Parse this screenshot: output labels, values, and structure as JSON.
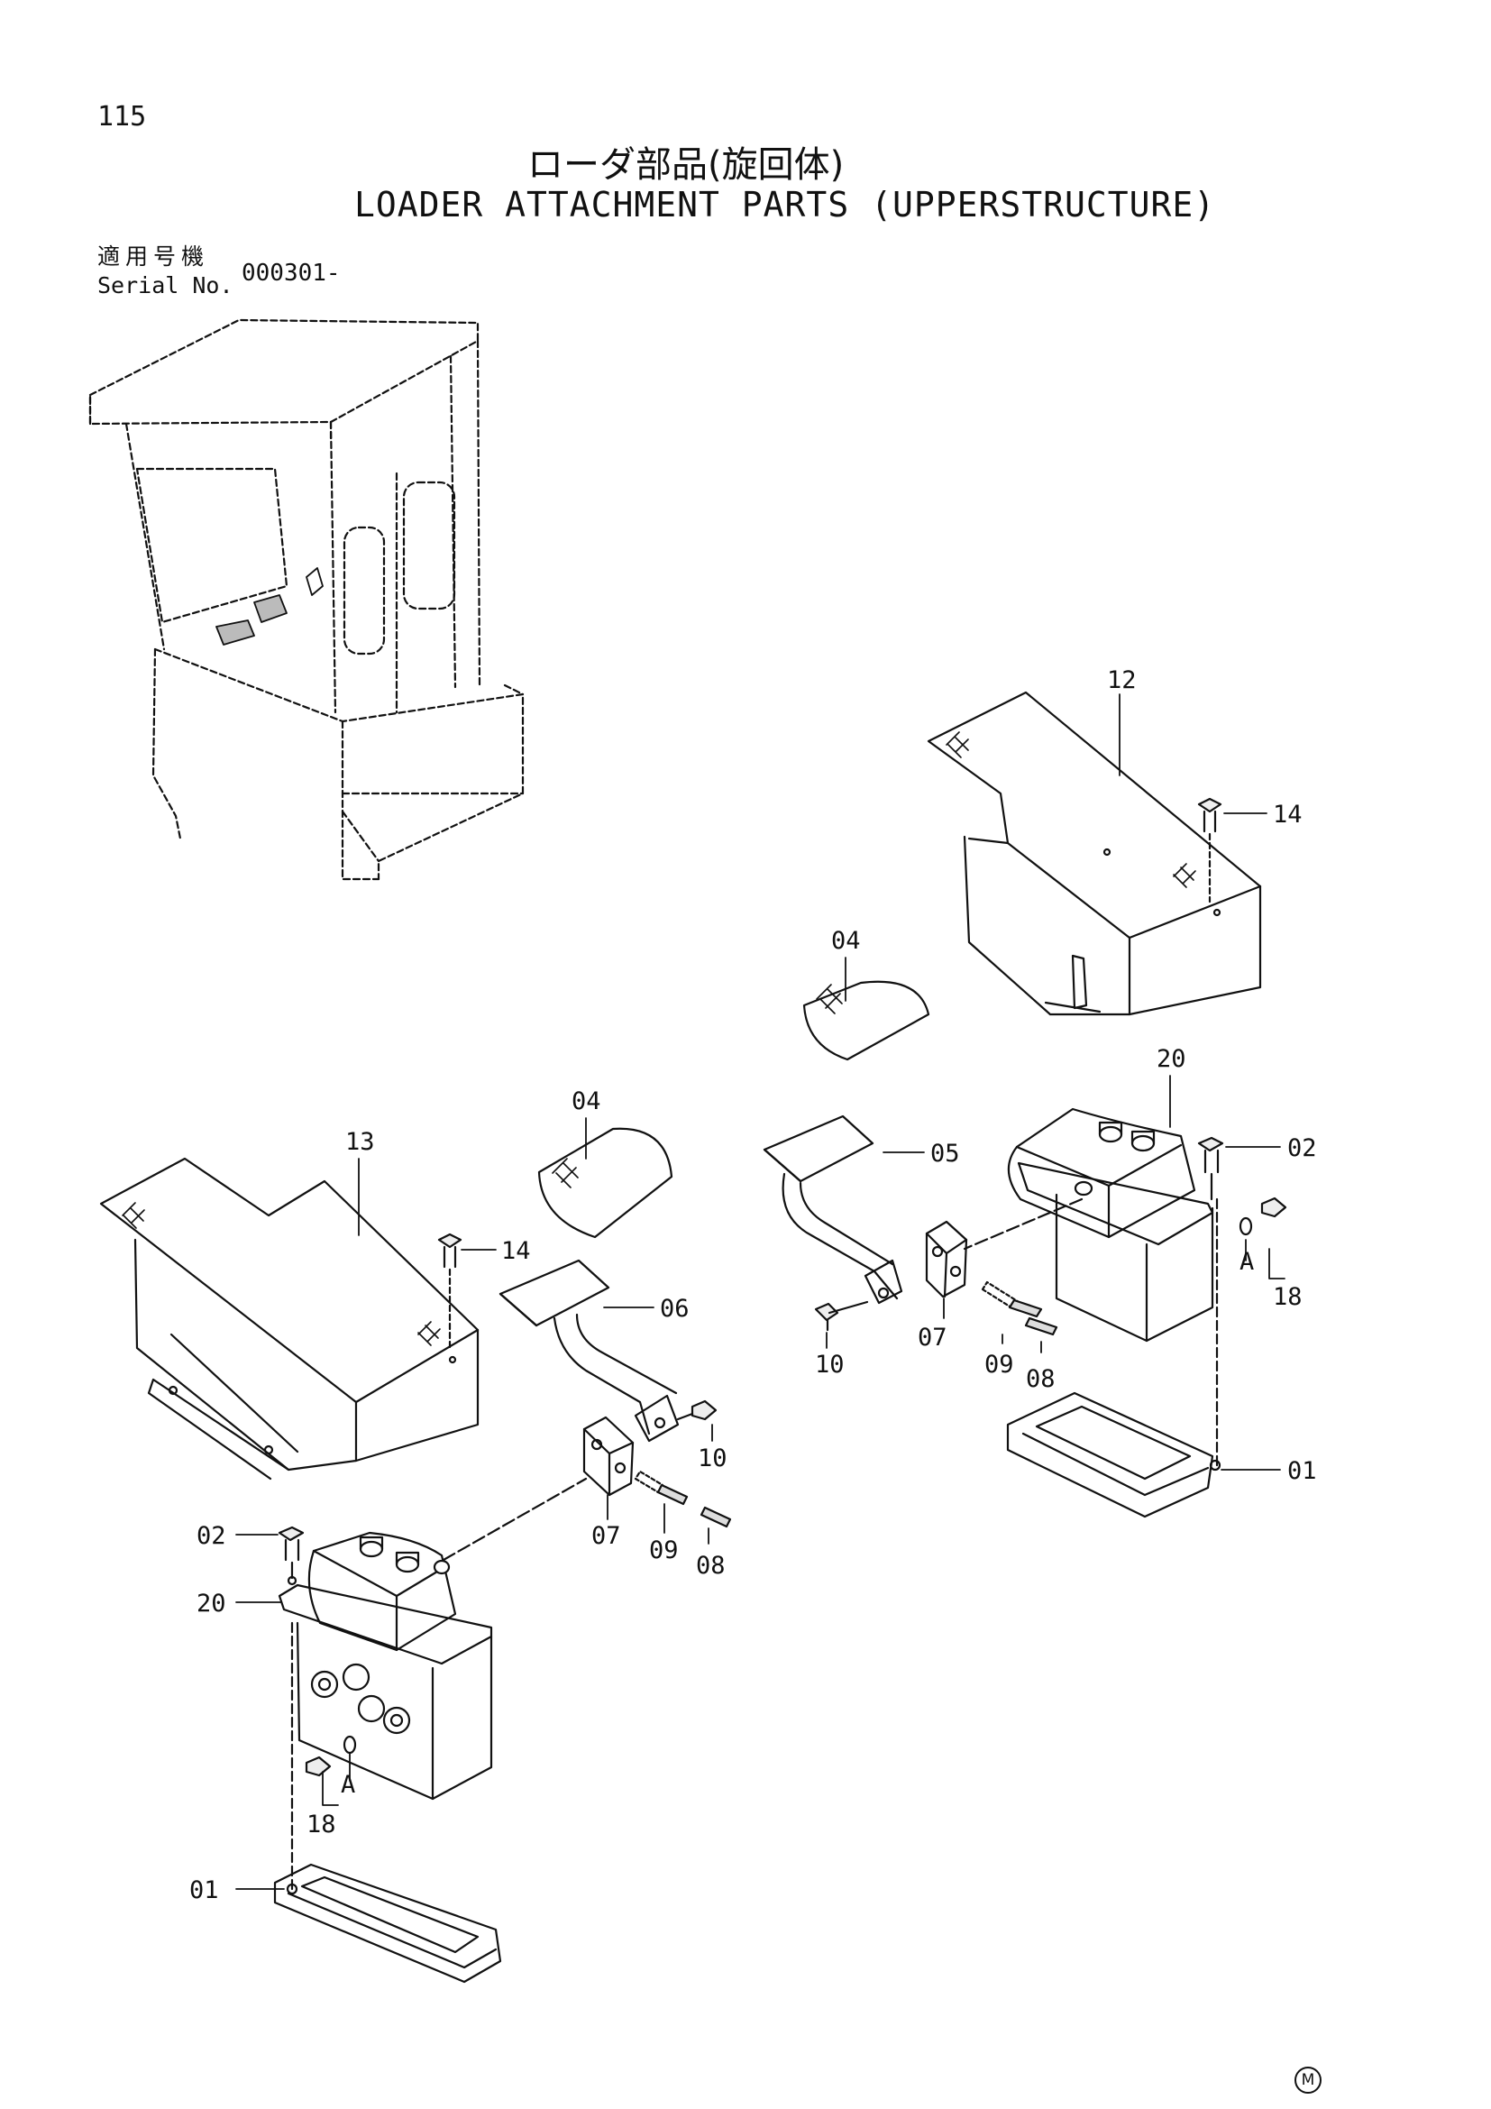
{
  "page_number": "115",
  "title_jp": "ローダ部品(旋回体)",
  "title_en": "LOADER ATTACHMENT PARTS (UPPERSTRUCTURE)",
  "serial": {
    "label_jp": "適用号機",
    "label_en": "Serial No.",
    "value": "000301-"
  },
  "mark": "M",
  "callouts": {
    "c12": "12",
    "c14a": "14",
    "c04a": "04",
    "c20a": "20",
    "c02a": "02",
    "c05": "05",
    "c18a": "18",
    "cAa": "A",
    "c07a": "07",
    "c09a": "09",
    "c08a": "08",
    "c10a": "10",
    "c01a": "01",
    "c13": "13",
    "c04b": "04",
    "c14b": "14",
    "c06": "06",
    "c10b": "10",
    "c07b": "07",
    "c09b": "09",
    "c08b": "08",
    "c02b": "02",
    "c20b": "20",
    "cAb": "A",
    "c18b": "18",
    "c01b": "01"
  }
}
